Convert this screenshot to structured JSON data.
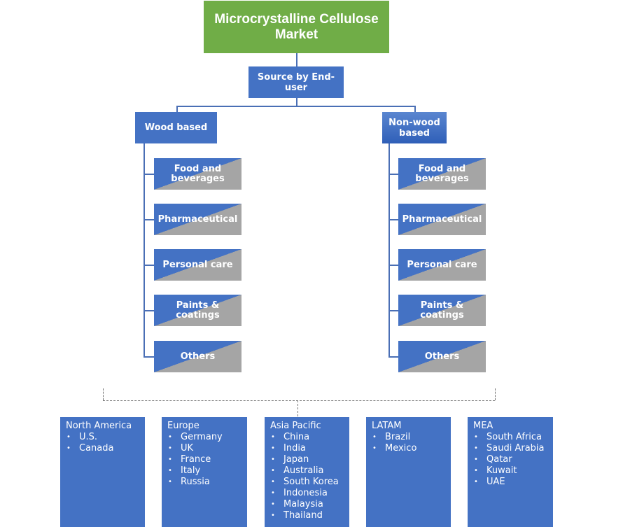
{
  "title": "Microcrystalline Cellulose Market",
  "segment": "Source by End-user",
  "sources": [
    {
      "label": "Wood based",
      "children": [
        "Food and beverages",
        "Pharmaceutical",
        "Personal care",
        "Paints & coatings",
        "Others"
      ]
    },
    {
      "label": "Non-wood based",
      "children": [
        "Food and beverages",
        "Pharmaceutical",
        "Personal care",
        "Paints & coatings",
        "Others"
      ]
    }
  ],
  "regions": [
    {
      "name": "North America",
      "countries": [
        "U.S.",
        "Canada"
      ]
    },
    {
      "name": "Europe",
      "countries": [
        "Germany",
        "UK",
        "France",
        "Italy",
        "Russia"
      ]
    },
    {
      "name": "Asia Pacific",
      "countries": [
        "China",
        "India",
        "Japan",
        "Australia",
        "South Korea",
        "Indonesia",
        "Malaysia",
        "Thailand"
      ]
    },
    {
      "name": "LATAM",
      "countries": [
        "Brazil",
        "Mexico"
      ]
    },
    {
      "name": "MEA",
      "countries": [
        "South Africa",
        "Saudi Arabia",
        "Qatar",
        "Kuwait",
        "UAE"
      ]
    }
  ],
  "colors": {
    "title": "#70ad47",
    "node": "#4472c4",
    "accent": "#a5a5a5"
  }
}
